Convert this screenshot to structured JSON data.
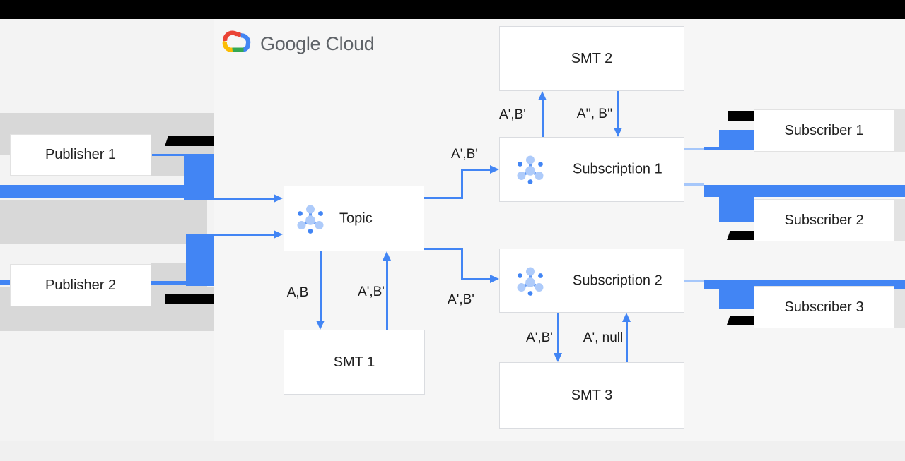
{
  "header": {
    "logo_text": "Google Cloud"
  },
  "nodes": {
    "publisher1": "Publisher 1",
    "publisher2": "Publisher 2",
    "topic": "Topic",
    "smt1": "SMT 1",
    "smt2": "SMT 2",
    "smt3": "SMT 3",
    "subscription1": "Subscription 1",
    "subscription2": "Subscription 2",
    "subscriber1": "Subscriber 1",
    "subscriber2": "Subscriber 2",
    "subscriber3": "Subscriber 3"
  },
  "edges": {
    "topic_to_smt1": "A,B",
    "smt1_to_topic": "A',B'",
    "topic_to_subscription1": "A',B'",
    "topic_to_subscription2": "A',B'",
    "subscription1_to_smt2": "A',B'",
    "smt2_to_subscription1": "A'', B''",
    "subscription2_to_smt3": "A',B'",
    "smt3_to_subscription2": "A', null"
  },
  "colors": {
    "arrow_blue": "#4285f4",
    "icon_light_blue": "#aecbfa",
    "icon_stem_blue": "#669df6",
    "band_gray": "#d8d8d8",
    "logo_red": "#ea4335",
    "logo_blue": "#4285f4",
    "logo_green": "#34a853",
    "logo_yellow": "#fbbc05",
    "logo_text_gray": "#5f6368",
    "background": "#f6f6f6"
  }
}
